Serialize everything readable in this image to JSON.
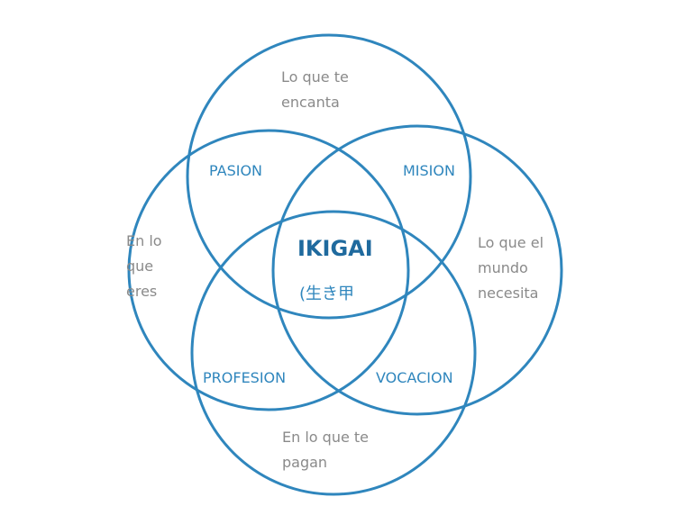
{
  "colors": {
    "circle": "#2f86bd",
    "label": "#2f86bd",
    "center": "#1f6a9e",
    "text": "#8a8a8a"
  },
  "circles": {
    "top": [
      "Lo que te",
      "encanta"
    ],
    "left": [
      "En lo",
      "que",
      "eres"
    ],
    "right": [
      "Lo que el",
      "mundo",
      "necesita"
    ],
    "bottom": [
      "En lo que te",
      "pagan"
    ]
  },
  "overlaps": {
    "pasion": "PASION",
    "mision": "MISION",
    "profesion": "PROFESION",
    "vocacion": "VOCACION"
  },
  "center": {
    "title": "IKIGAI",
    "subtitle": "(生き甲"
  }
}
